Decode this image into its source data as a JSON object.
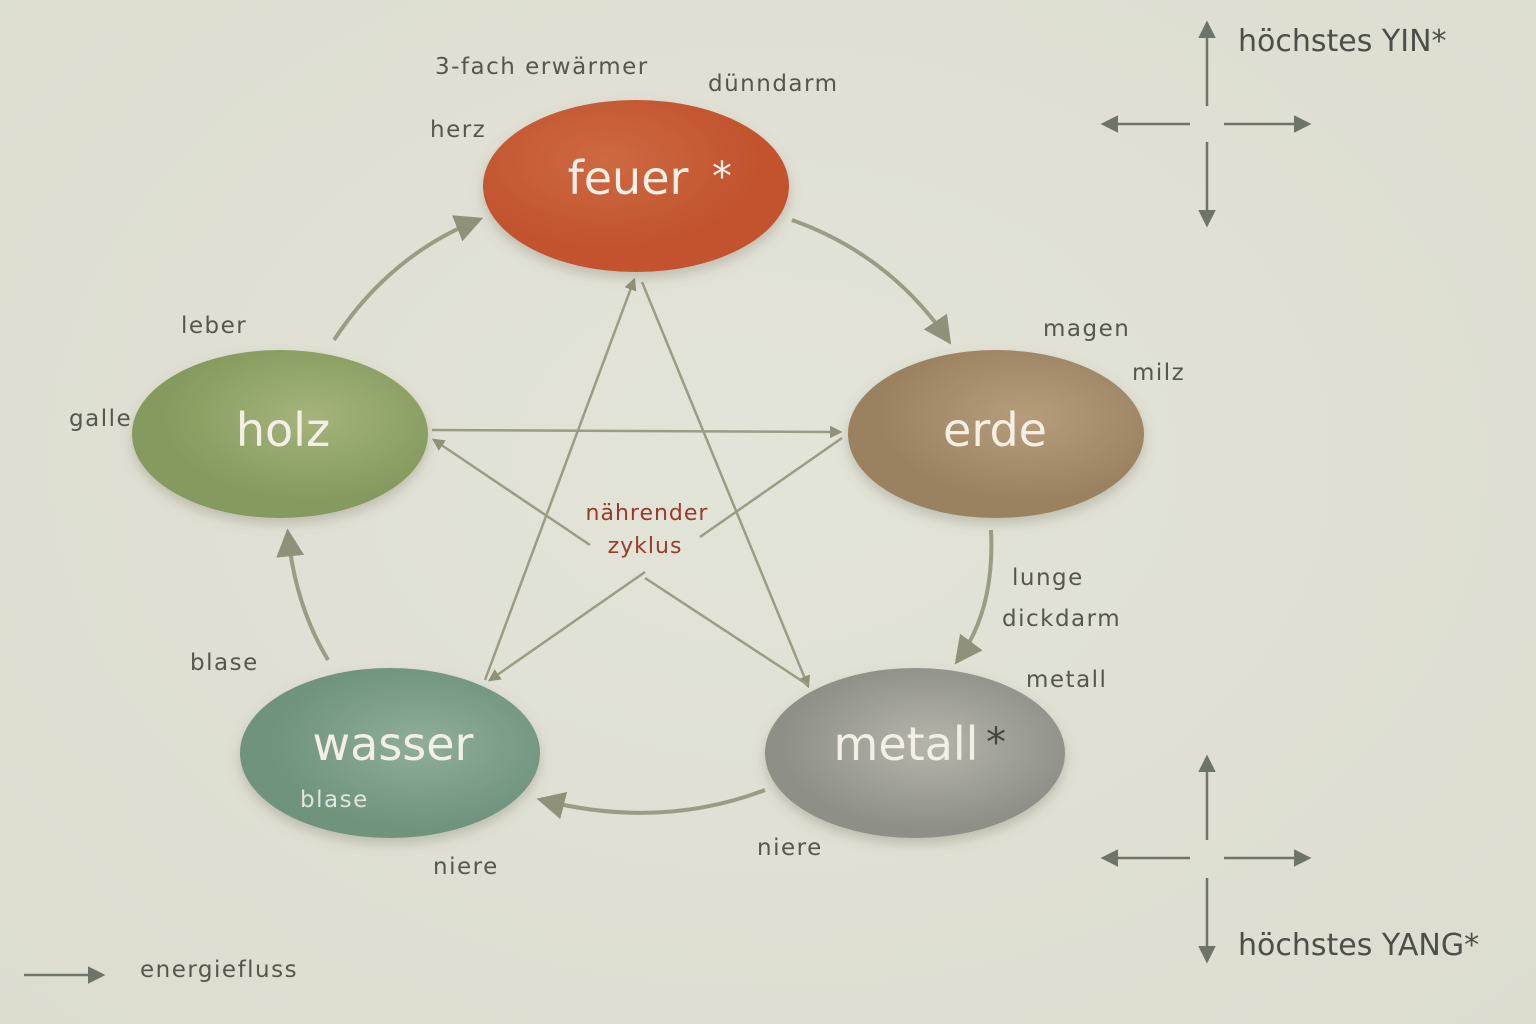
{
  "elements": {
    "feuer": {
      "label": "feuer",
      "mark": "*",
      "color": "#c9603a"
    },
    "holz": {
      "label": "holz",
      "color": "#93a56a"
    },
    "erde": {
      "label": "erde",
      "color": "#a88f6c"
    },
    "wasser": {
      "label": "wasser",
      "sublabel": "blase",
      "color": "#7f9f88"
    },
    "metall": {
      "label": "metall",
      "mark": "*",
      "color": "#a3a49b"
    }
  },
  "organs": {
    "three_heater": "3-fach erwärmer",
    "small_intestine": "dünndarm",
    "heart": "herz",
    "liver": "leber",
    "gall": "galle",
    "stomach": "magen",
    "spleen": "milz",
    "lung": "lunge",
    "large_intestine": "dickdarm",
    "metal_note": "metall",
    "bladder": "blase",
    "kidney_left": "niere",
    "kidney_right": "niere"
  },
  "center_label": [
    "nährender",
    "zyklus"
  ],
  "yin_label": "höchstes YIN*",
  "yang_label": "höchstes YANG*",
  "legend": {
    "label": "energiefluss"
  }
}
